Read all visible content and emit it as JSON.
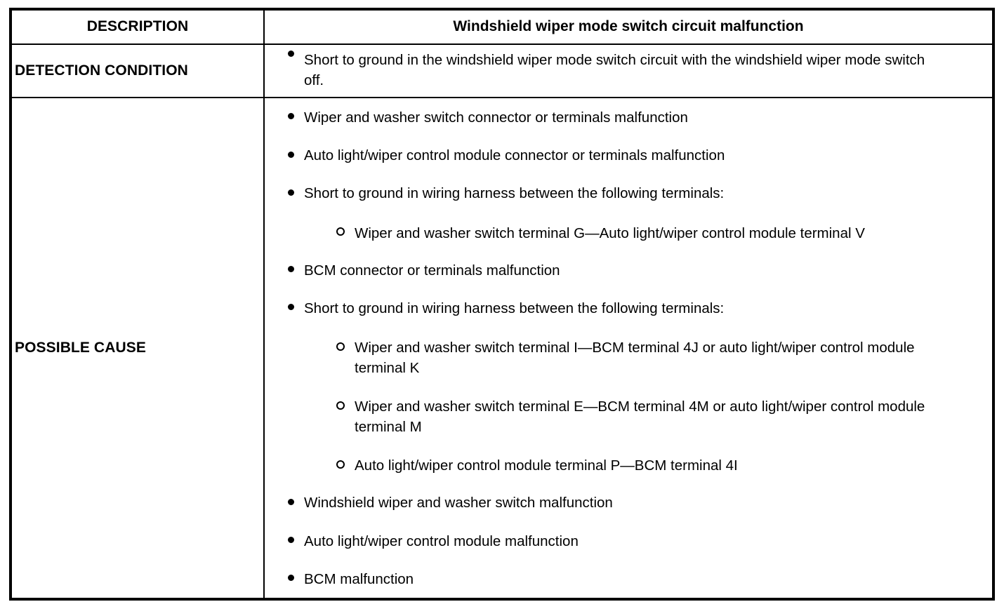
{
  "document": {
    "type": "dtc-diagnostic-table",
    "rows": [
      {
        "label": "DESCRIPTION",
        "label_align": "center",
        "value_type": "heading",
        "value": "Windshield wiper mode switch circuit malfunction"
      },
      {
        "label": "DETECTION CONDITION",
        "label_align": "left",
        "value_type": "bullets",
        "bullets": [
          {
            "marker": "solid-bullet",
            "text": "Short to ground in the windshield wiper mode switch circuit with the windshield wiper mode switch off."
          }
        ]
      },
      {
        "label": "POSSIBLE CAUSE",
        "label_align": "left",
        "value_type": "bullets",
        "bullets": [
          {
            "marker": "solid-bullet",
            "text": "Wiper and washer switch connector or terminals malfunction"
          },
          {
            "marker": "solid-bullet",
            "text": "Auto light/wiper control module connector or terminals malfunction"
          },
          {
            "marker": "solid-bullet",
            "text": "Short to ground in wiring harness between the following terminals:",
            "sub": [
              {
                "marker": "hollow-circle",
                "text": "Wiper and washer switch terminal G—Auto light/wiper control module terminal V"
              }
            ]
          },
          {
            "marker": "solid-bullet",
            "text": "BCM connector or terminals malfunction"
          },
          {
            "marker": "solid-bullet",
            "text": "Short to ground in wiring harness between the following terminals:",
            "sub": [
              {
                "marker": "hollow-circle",
                "text": "Wiper and washer switch terminal I—BCM terminal 4J or auto light/wiper control module terminal K"
              },
              {
                "marker": "hollow-circle",
                "text": "Wiper and washer switch terminal E—BCM terminal 4M or auto light/wiper control module terminal M"
              },
              {
                "marker": "hollow-circle",
                "text": "Auto light/wiper control module terminal P—BCM terminal 4I"
              }
            ]
          },
          {
            "marker": "solid-bullet",
            "text": "Windshield wiper and washer switch malfunction"
          },
          {
            "marker": "solid-bullet",
            "text": "Auto light/wiper control module malfunction"
          },
          {
            "marker": "solid-bullet",
            "text": "BCM malfunction"
          }
        ]
      }
    ]
  },
  "colors": {
    "text": "#000000",
    "background": "#ffffff",
    "border": "#000000"
  }
}
